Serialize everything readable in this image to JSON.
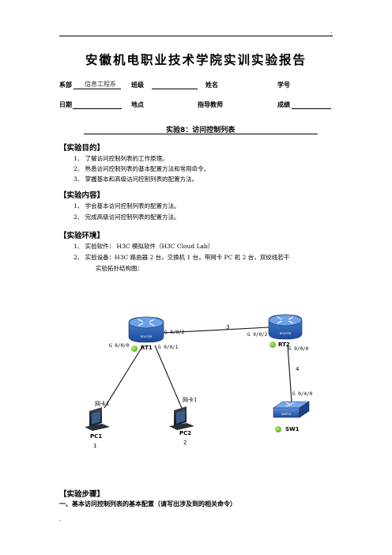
{
  "header": {
    "corner_mark": ".",
    "title": "安徽机电职业技术学院实训实验报告"
  },
  "fields": {
    "department_label": "系部",
    "department_value": "信息工程系",
    "class_label": "班级",
    "name_label": "姓名",
    "student_id_label": "学号",
    "date_label": "日期",
    "location_label": "地点",
    "teacher_label": "指导教师",
    "score_label": "成绩"
  },
  "experiment": {
    "title": "实验8：访问控制列表"
  },
  "sections": {
    "purpose": {
      "heading": "【实验目的】",
      "items": [
        "1、 了解访问控制列表的工作原理。",
        "2、 熟悉访问控制列表的基本配置方法和常用命令。",
        "3、 掌握基本和高级访问控制列表的配置方法。"
      ]
    },
    "content": {
      "heading": "【实验内容】",
      "items": [
        "1、 学会基本访问控制列表的配置方法。",
        "2、 完成高级访问控制列表的配置方法。"
      ]
    },
    "environment": {
      "heading": "【实验环境】",
      "items": [
        "1、 实验软件： H3C 模拟软件（H3C Cloud Lab）",
        "2、 实验设备：H3C 路由器 2 台，交换机 1 台，带网卡 PC 机 2 台，双绞线若干",
        "实验拓扑结构图："
      ]
    },
    "steps": {
      "heading": "【实验步骤】",
      "sub1": "一、基本访问控制列表的基本配置（请写出涉及到的相关命令）"
    }
  },
  "topology": {
    "routers": [
      {
        "name": "RT1",
        "caption": "ROUTER"
      },
      {
        "name": "RT2",
        "caption": "ROUTER"
      }
    ],
    "switch": {
      "name": "SW1",
      "caption": "SWITCH"
    },
    "pcs": [
      {
        "name": "PC1",
        "nic": "网卡1",
        "num": "1"
      },
      {
        "name": "PC2",
        "nic": "网卡1",
        "num": "2"
      }
    ],
    "ports": {
      "rt1_g002": "G 0/0/2",
      "rt1_g000": "G 0/0/0",
      "rt1_g001": "G 0/0/1",
      "rt2_g002": "G 0/0/2",
      "rt2_g000": "G 0/0/0",
      "sw_g040": "G 0/4/0"
    },
    "links": {
      "rt1_rt2": "3",
      "rt2_sw": "4"
    }
  },
  "footer": {
    "mark": "."
  }
}
